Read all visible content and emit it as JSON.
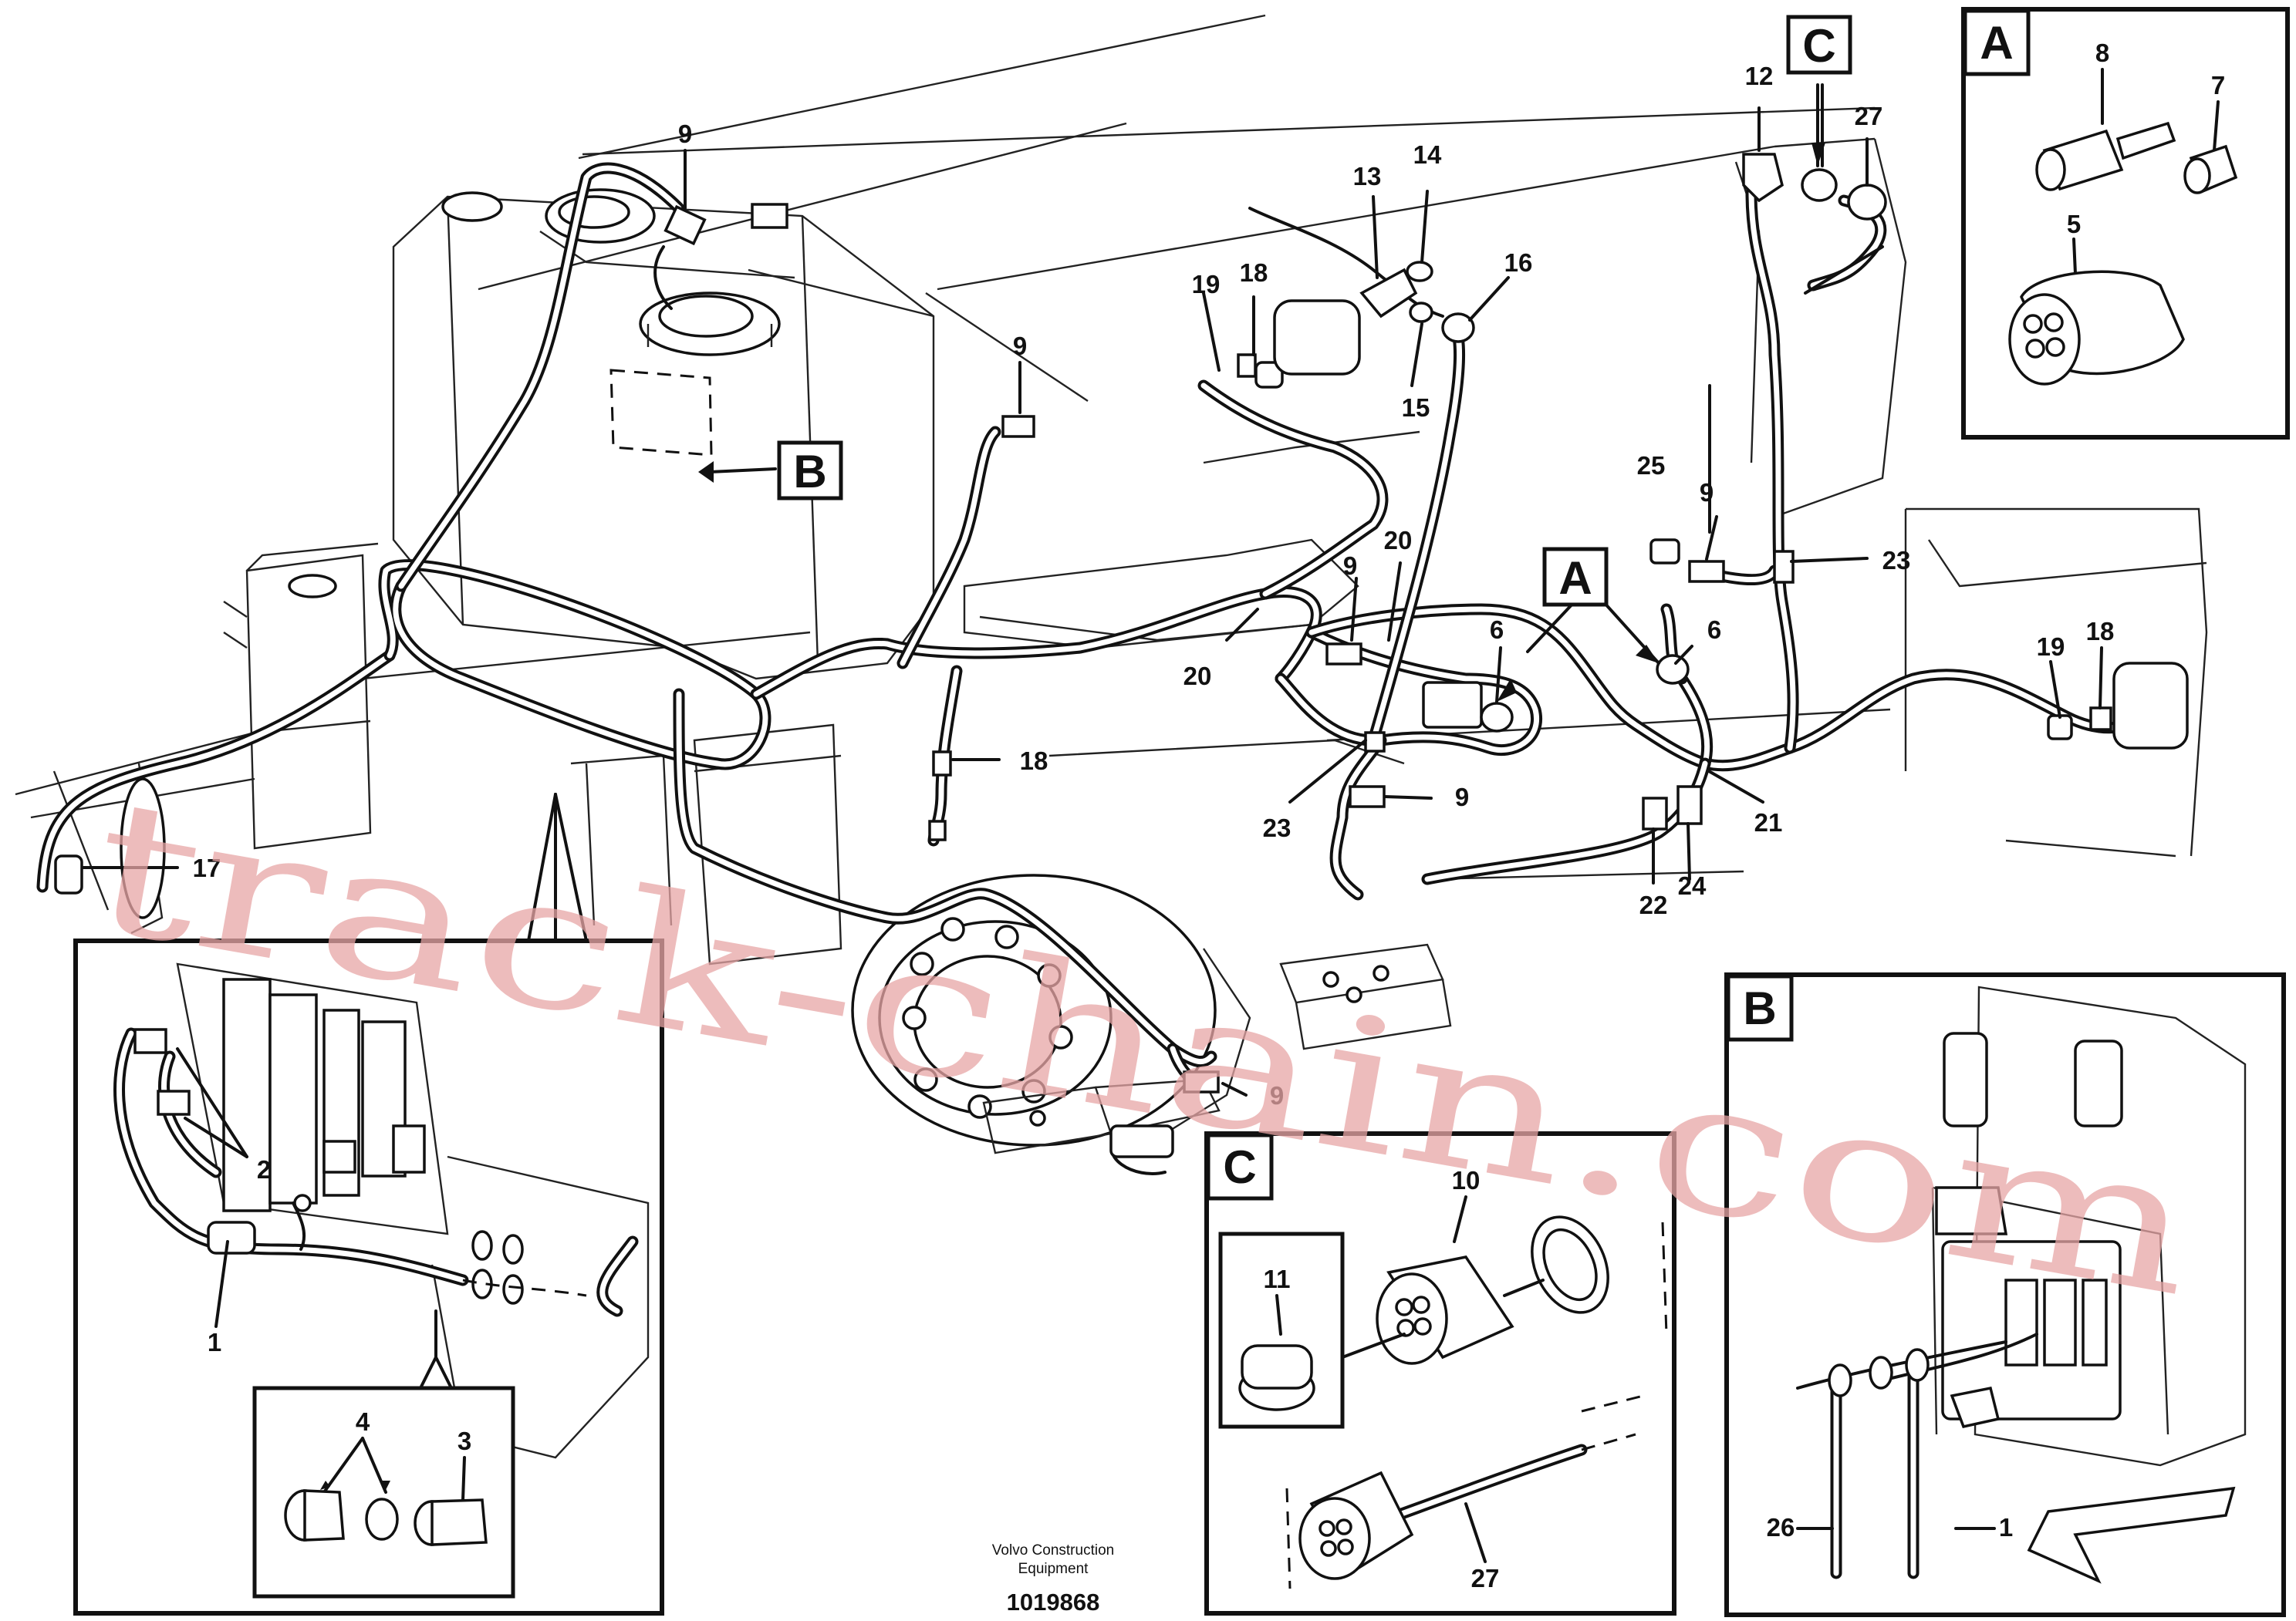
{
  "callouts": {
    "c9a": "9",
    "c9b": "9",
    "c9c": "9",
    "c9d": "9",
    "c9e": "9",
    "c9f": "9",
    "c12": "12",
    "c27": "27",
    "c13": "13",
    "c14": "14",
    "c15": "15",
    "c16": "16",
    "c19a": "19",
    "c18a": "18",
    "c18b": "18",
    "c25": "25",
    "c23a": "23",
    "c20a": "20",
    "c20b": "20",
    "c6a": "6",
    "c6b": "6",
    "c19b": "19",
    "c18c": "18",
    "c23b": "23",
    "c21": "21",
    "c22": "22",
    "c24": "24",
    "c17": "17"
  },
  "references": {
    "a": "A",
    "b": "B",
    "c": "C"
  },
  "detail_a": {
    "label": "A",
    "n8": "8",
    "n7": "7",
    "n5": "5"
  },
  "detail_b": {
    "label": "B",
    "n26": "26",
    "n1": "1"
  },
  "detail_c": {
    "label": "C",
    "n10": "10",
    "n11": "11",
    "n27": "27"
  },
  "detail_lower": {
    "n1": "1",
    "n2": "2",
    "n3": "3",
    "n4": "4"
  },
  "footer": {
    "company_line1": "Volvo Construction",
    "company_line2": "Equipment",
    "doc_number": "1019868"
  },
  "watermark": "track-chain.com"
}
